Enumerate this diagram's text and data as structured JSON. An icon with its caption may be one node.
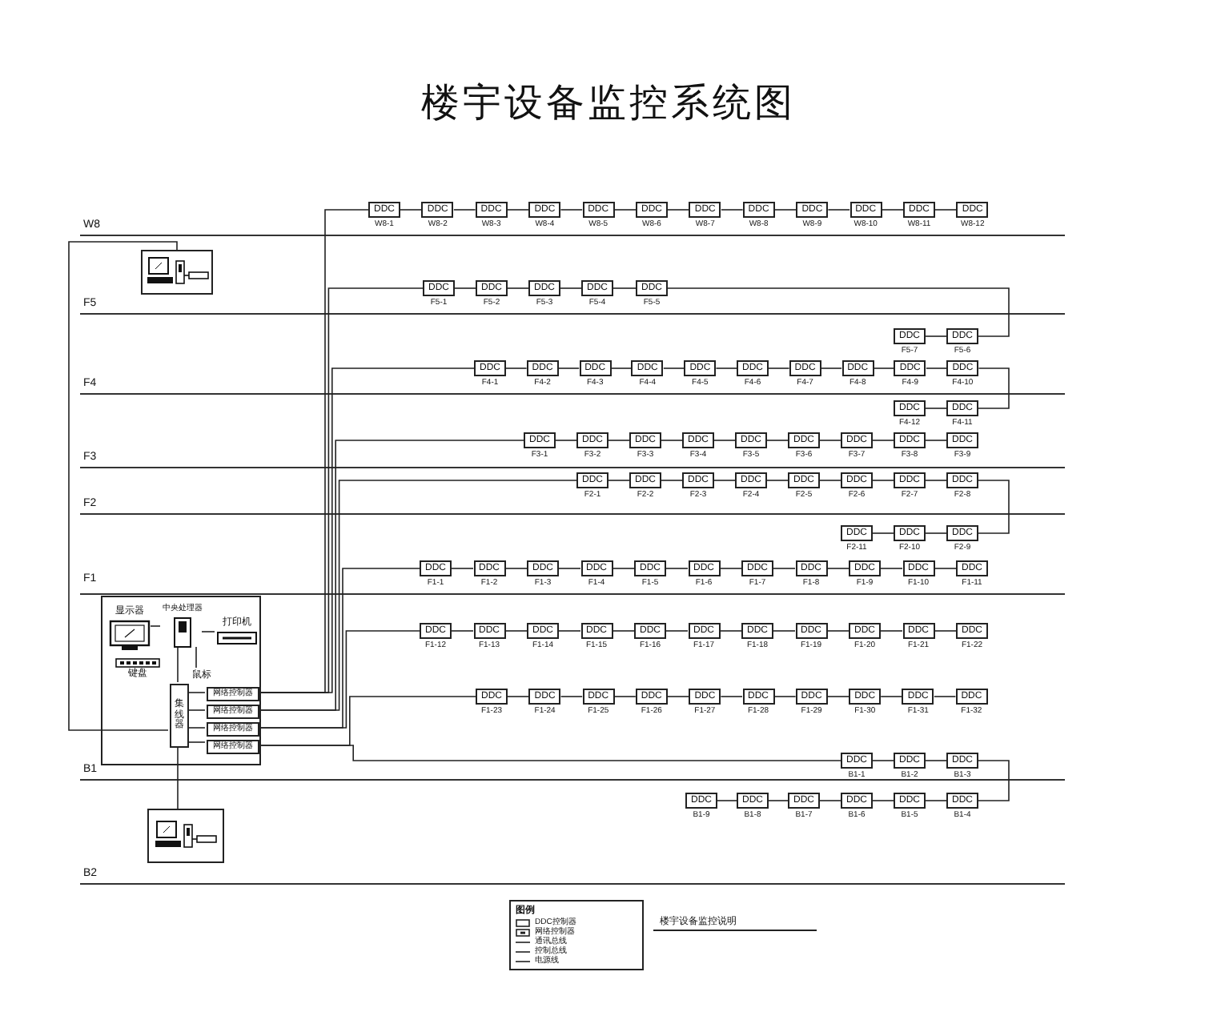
{
  "diagram": {
    "title": "楼宇设备监控系统图",
    "nodes": [
      {
        "text": [],
        "shape": "picture"
      },
      {
        "text": [
          "DDC"
        ],
        "beside": [
          "W8-1"
        ]
      },
      {
        "text": [
          "DDC"
        ],
        "beside": [
          "W8-2"
        ]
      },
      {
        "text": [
          "DDC"
        ],
        "beside": [
          "W8-3"
        ]
      },
      {
        "text": [
          "DDC"
        ],
        "beside": [
          "W8-4"
        ]
      },
      {
        "text": [
          "DDC"
        ],
        "beside": [
          "W8-5"
        ]
      },
      {
        "text": [
          "DDC"
        ],
        "beside": [
          "W8-6"
        ]
      },
      {
        "text": [
          "DDC"
        ],
        "beside": [
          "W8-7"
        ]
      },
      {
        "text": [
          "DDC"
        ],
        "beside": [
          "W8-8"
        ]
      },
      {
        "text": [
          "DDC"
        ],
        "beside": [
          "W8-9"
        ]
      },
      {
        "text": [
          "DDC"
        ],
        "beside": [
          "W8-10"
        ]
      },
      {
        "text": [
          "DDC"
        ],
        "beside": [
          "W8-11"
        ]
      },
      {
        "text": [
          "DDC"
        ],
        "beside": [
          "W8-12"
        ]
      },
      {
        "text": [
          "DDC"
        ],
        "beside": [
          "F5-1"
        ]
      },
      {
        "text": [
          "DDC"
        ],
        "beside": [
          "F5-2"
        ]
      },
      {
        "text": [
          "DDC"
        ],
        "beside": [
          "F5-3"
        ]
      },
      {
        "text": [
          "DDC"
        ],
        "beside": [
          "F5-4"
        ]
      },
      {
        "text": [
          "DDC"
        ],
        "beside": [
          "F5-5"
        ]
      },
      {
        "text": [
          "DDC"
        ],
        "beside": [
          "F5-6"
        ]
      },
      {
        "text": [
          "DDC"
        ],
        "beside": [
          "F5-7"
        ]
      },
      {
        "text": [
          "DDC"
        ],
        "beside": [
          "F4-1"
        ]
      },
      {
        "text": [
          "DDC"
        ],
        "beside": [
          "F4-2"
        ]
      },
      {
        "text": [
          "DDC"
        ],
        "beside": [
          "F4-3"
        ]
      },
      {
        "text": [
          "DDC"
        ],
        "beside": [
          "F4-4"
        ]
      },
      {
        "text": [
          "DDC"
        ],
        "beside": [
          "F4-5"
        ]
      },
      {
        "text": [
          "DDC"
        ],
        "beside": [
          "F4-6"
        ]
      },
      {
        "text": [
          "DDC"
        ],
        "beside": [
          "F4-7"
        ]
      },
      {
        "text": [
          "DDC"
        ],
        "beside": [
          "F4-8"
        ]
      },
      {
        "text": [
          "DDC"
        ],
        "beside": [
          "F4-9"
        ]
      },
      {
        "text": [
          "DDC"
        ],
        "beside": [
          "F4-10"
        ]
      },
      {
        "text": [
          "DDC"
        ],
        "beside": [
          "F4-11"
        ]
      },
      {
        "text": [
          "DDC"
        ],
        "beside": [
          "F4-12"
        ]
      },
      {
        "text": [
          "DDC"
        ],
        "beside": [
          "F3-1"
        ]
      },
      {
        "text": [
          "DDC"
        ],
        "beside": [
          "F3-2"
        ]
      },
      {
        "text": [
          "DDC"
        ],
        "beside": [
          "F3-3"
        ]
      },
      {
        "text": [
          "DDC"
        ],
        "beside": [
          "F3-4"
        ]
      },
      {
        "text": [
          "DDC"
        ],
        "beside": [
          "F3-5"
        ]
      },
      {
        "text": [
          "DDC"
        ],
        "beside": [
          "F3-6"
        ]
      },
      {
        "text": [
          "DDC"
        ],
        "beside": [
          "F3-7"
        ]
      },
      {
        "text": [
          "DDC"
        ],
        "beside": [
          "F3-8"
        ]
      },
      {
        "text": [
          "DDC"
        ],
        "beside": [
          "F3-9"
        ]
      },
      {
        "text": [
          "DDC"
        ],
        "beside": [
          "F2-1"
        ]
      },
      {
        "text": [
          "DDC"
        ],
        "beside": [
          "F2-2"
        ]
      },
      {
        "text": [
          "DDC"
        ],
        "beside": [
          "F2-3"
        ]
      },
      {
        "text": [
          "DDC"
        ],
        "beside": [
          "F2-4"
        ]
      },
      {
        "text": [
          "DDC"
        ],
        "beside": [
          "F2-5"
        ]
      },
      {
        "text": [
          "DDC"
        ],
        "beside": [
          "F2-6"
        ]
      },
      {
        "text": [
          "DDC"
        ],
        "beside": [
          "F2-7"
        ]
      },
      {
        "text": [
          "DDC"
        ],
        "beside": [
          "F2-8"
        ]
      },
      {
        "text": [
          "DDC"
        ],
        "beside": [
          "F2-9"
        ]
      },
      {
        "text": [
          "DDC"
        ],
        "beside": [
          "F2-10"
        ]
      },
      {
        "text": [
          "DDC"
        ],
        "beside": [
          "F2-11"
        ]
      },
      {
        "text": [
          "DDC"
        ],
        "beside": [
          "F1-1"
        ]
      },
      {
        "text": [
          "DDC"
        ],
        "beside": [
          "F1-2"
        ]
      },
      {
        "text": [
          "DDC"
        ],
        "beside": [
          "F1-3"
        ]
      },
      {
        "text": [
          "DDC"
        ],
        "beside": [
          "F1-4"
        ]
      },
      {
        "text": [
          "DDC"
        ],
        "beside": [
          "F1-5"
        ]
      },
      {
        "text": [
          "DDC"
        ],
        "beside": [
          "F1-6"
        ]
      },
      {
        "text": [
          "DDC"
        ],
        "beside": [
          "F1-7"
        ]
      },
      {
        "text": [
          "DDC"
        ],
        "beside": [
          "F1-8"
        ]
      },
      {
        "text": [
          "DDC"
        ],
        "beside": [
          "F1-9"
        ]
      },
      {
        "text": [
          "DDC"
        ],
        "beside": [
          "F1-10"
        ]
      },
      {
        "text": [
          "DDC"
        ],
        "beside": [
          "F1-11"
        ]
      },
      {
        "text": [
          "DDC"
        ],
        "beside": [
          "F1-12"
        ]
      },
      {
        "text": [
          "DDC"
        ],
        "beside": [
          "F1-13"
        ]
      },
      {
        "text": [
          "DDC"
        ],
        "beside": [
          "F1-14"
        ]
      },
      {
        "text": [
          "DDC"
        ],
        "beside": [
          "F1-15"
        ]
      },
      {
        "text": [
          "DDC"
        ],
        "beside": [
          "F1-16"
        ]
      },
      {
        "text": [
          "DDC"
        ],
        "beside": [
          "F1-17"
        ]
      },
      {
        "text": [
          "DDC"
        ],
        "beside": [
          "F1-18"
        ]
      },
      {
        "text": [
          "DDC"
        ],
        "beside": [
          "F1-19"
        ]
      },
      {
        "text": [
          "DDC"
        ],
        "beside": [
          "F1-20"
        ]
      },
      {
        "text": [
          "DDC"
        ],
        "beside": [
          "F1-21"
        ]
      },
      {
        "text": [
          "DDC"
        ],
        "beside": [
          "F1-22"
        ]
      },
      {
        "text": [
          "DDC"
        ],
        "beside": [
          "F1-23"
        ]
      },
      {
        "text": [
          "DDC"
        ],
        "beside": [
          "F1-24"
        ]
      },
      {
        "text": [
          "DDC"
        ],
        "beside": [
          "F1-25"
        ]
      },
      {
        "text": [
          "DDC"
        ],
        "beside": [
          "F1-26"
        ]
      },
      {
        "text": [
          "DDC"
        ],
        "beside": [
          "F1-27"
        ]
      },
      {
        "text": [
          "DDC"
        ],
        "beside": [
          "F1-28"
        ]
      },
      {
        "text": [
          "DDC"
        ],
        "beside": [
          "F1-29"
        ]
      },
      {
        "text": [
          "DDC"
        ],
        "beside": [
          "F1-30"
        ]
      },
      {
        "text": [
          "DDC"
        ],
        "beside": [
          "F1-31"
        ]
      },
      {
        "text": [
          "DDC"
        ],
        "beside": [
          "F1-32"
        ]
      },
      {
        "text": [
          "DDC"
        ],
        "beside": [
          "B1-1"
        ]
      },
      {
        "text": [
          "DDC"
        ],
        "beside": [
          "B1-2"
        ]
      },
      {
        "text": [
          "DDC"
        ],
        "beside": [
          "B1-3"
        ]
      },
      {
        "text": [
          "DDC"
        ],
        "beside": [
          "B1-4"
        ]
      },
      {
        "text": [
          "DDC"
        ],
        "beside": [
          "B1-5"
        ]
      },
      {
        "text": [
          "DDC"
        ],
        "beside": [
          "B1-6"
        ]
      },
      {
        "text": [
          "DDC"
        ],
        "beside": [
          "B1-7"
        ]
      },
      {
        "text": [
          "DDC"
        ],
        "beside": [
          "B1-8"
        ]
      },
      {
        "text": [
          "DDC"
        ],
        "beside": [
          "B1-9"
        ]
      },
      {
        "text": [],
        "shape": "box"
      },
      {
        "text": [
          "显示器"
        ],
        "in": 93
      },
      {
        "text": [
          "中央处理器"
        ],
        "in": 93
      },
      {
        "text": [
          "打印机"
        ],
        "in": 93
      },
      {
        "text": [
          "键盘"
        ],
        "in": 93
      },
      {
        "text": [
          "鼠标"
        ],
        "in": 93
      },
      {
        "text": [
          "集线器"
        ],
        "in": 93
      },
      {
        "text": [
          "网络控制器"
        ],
        "in": 93
      },
      {
        "text": [
          "网络控制器"
        ],
        "in": 93
      },
      {
        "text": [
          "网络控制器"
        ],
        "in": 93
      },
      {
        "text": [
          "网络控制器"
        ],
        "in": 93
      },
      {
        "text": [],
        "shape": "picture"
      }
    ],
    "edges": [
      {
        "from": 1,
        "to": 2,
        "arrow": "none"
      },
      {
        "from": 2,
        "to": 3,
        "arrow": "none"
      },
      {
        "from": 3,
        "to": 4,
        "arrow": "none"
      },
      {
        "from": 4,
        "to": 5,
        "arrow": "none"
      },
      {
        "from": 5,
        "to": 6,
        "arrow": "none"
      },
      {
        "from": 6,
        "to": 7,
        "arrow": "none"
      },
      {
        "from": 7,
        "to": 8,
        "arrow": "none"
      },
      {
        "from": 8,
        "to": 9,
        "arrow": "none"
      },
      {
        "from": 9,
        "to": 10,
        "arrow": "none"
      },
      {
        "from": 10,
        "to": 11,
        "arrow": "none"
      },
      {
        "from": 11,
        "to": 12,
        "arrow": "none"
      },
      {
        "from": 13,
        "to": 14,
        "arrow": "none"
      },
      {
        "from": 14,
        "to": 15,
        "arrow": "none"
      },
      {
        "from": 15,
        "to": 16,
        "arrow": "none"
      },
      {
        "from": 16,
        "to": 17,
        "arrow": "none"
      },
      {
        "from": 17,
        "to": 18,
        "arrow": "none"
      },
      {
        "from": 18,
        "to": 19,
        "arrow": "none"
      },
      {
        "from": 20,
        "to": 21,
        "arrow": "none"
      },
      {
        "from": 21,
        "to": 22,
        "arrow": "none"
      },
      {
        "from": 22,
        "to": 23,
        "arrow": "none"
      },
      {
        "from": 23,
        "to": 24,
        "arrow": "none"
      },
      {
        "from": 24,
        "to": 25,
        "arrow": "none"
      },
      {
        "from": 25,
        "to": 26,
        "arrow": "none"
      },
      {
        "from": 26,
        "to": 27,
        "arrow": "none"
      },
      {
        "from": 27,
        "to": 28,
        "arrow": "none"
      },
      {
        "from": 28,
        "to": 29,
        "arrow": "none"
      },
      {
        "from": 29,
        "to": 30,
        "arrow": "none"
      },
      {
        "from": 30,
        "to": 31,
        "arrow": "none"
      },
      {
        "from": 32,
        "to": 33,
        "arrow": "none"
      },
      {
        "from": 33,
        "to": 34,
        "arrow": "none"
      },
      {
        "from": 34,
        "to": 35,
        "arrow": "none"
      },
      {
        "from": 35,
        "to": 36,
        "arrow": "none"
      },
      {
        "from": 36,
        "to": 37,
        "arrow": "none"
      },
      {
        "from": 37,
        "to": 38,
        "arrow": "none"
      },
      {
        "from": 38,
        "to": 39,
        "arrow": "none"
      },
      {
        "from": 39,
        "to": 40,
        "arrow": "none"
      },
      {
        "from": 41,
        "to": 42,
        "arrow": "none"
      },
      {
        "from": 42,
        "to": 43,
        "arrow": "none"
      },
      {
        "from": 43,
        "to": 44,
        "arrow": "none"
      },
      {
        "from": 44,
        "to": 45,
        "arrow": "none"
      },
      {
        "from": 45,
        "to": 46,
        "arrow": "none"
      },
      {
        "from": 46,
        "to": 47,
        "arrow": "none"
      },
      {
        "from": 47,
        "to": 48,
        "arrow": "none"
      },
      {
        "from": 48,
        "to": 49,
        "arrow": "none"
      },
      {
        "from": 49,
        "to": 50,
        "arrow": "none"
      },
      {
        "from": 50,
        "to": 51,
        "arrow": "none"
      },
      {
        "from": 52,
        "to": 53,
        "arrow": "none"
      },
      {
        "from": 53,
        "to": 54,
        "arrow": "none"
      },
      {
        "from": 54,
        "to": 55,
        "arrow": "none"
      },
      {
        "from": 55,
        "to": 56,
        "arrow": "none"
      },
      {
        "from": 56,
        "to": 57,
        "arrow": "none"
      },
      {
        "from": 57,
        "to": 58,
        "arrow": "none"
      },
      {
        "from": 58,
        "to": 59,
        "arrow": "none"
      },
      {
        "from": 59,
        "to": 60,
        "arrow": "none"
      },
      {
        "from": 60,
        "to": 61,
        "arrow": "none"
      },
      {
        "from": 61,
        "to": 62,
        "arrow": "none"
      },
      {
        "from": 63,
        "to": 64,
        "arrow": "none"
      },
      {
        "from": 64,
        "to": 65,
        "arrow": "none"
      },
      {
        "from": 65,
        "to": 66,
        "arrow": "none"
      },
      {
        "from": 66,
        "to": 67,
        "arrow": "none"
      },
      {
        "from": 67,
        "to": 68,
        "arrow": "none"
      },
      {
        "from": 68,
        "to": 69,
        "arrow": "none"
      },
      {
        "from": 69,
        "to": 70,
        "arrow": "none"
      },
      {
        "from": 70,
        "to": 71,
        "arrow": "none"
      },
      {
        "from": 71,
        "to": 72,
        "arrow": "none"
      },
      {
        "from": 72,
        "to": 73,
        "arrow": "none"
      },
      {
        "from": 74,
        "to": 75,
        "arrow": "none"
      },
      {
        "from": 75,
        "to": 76,
        "arrow": "none"
      },
      {
        "from": 76,
        "to": 77,
        "arrow": "none"
      },
      {
        "from": 77,
        "to": 78,
        "arrow": "none"
      },
      {
        "from": 78,
        "to": 79,
        "arrow": "none"
      },
      {
        "from": 79,
        "to": 80,
        "arrow": "none"
      },
      {
        "from": 80,
        "to": 81,
        "arrow": "none"
      },
      {
        "from": 81,
        "to": 82,
        "arrow": "none"
      },
      {
        "from": 82,
        "to": 83,
        "arrow": "none"
      },
      {
        "from": 84,
        "to": 85,
        "arrow": "none"
      },
      {
        "from": 85,
        "to": 86,
        "arrow": "none"
      },
      {
        "from": 86,
        "to": 87,
        "arrow": "none"
      },
      {
        "from": 87,
        "to": 88,
        "arrow": "none"
      },
      {
        "from": 88,
        "to": 89,
        "arrow": "none"
      },
      {
        "from": 89,
        "to": 90,
        "arrow": "none"
      },
      {
        "from": 90,
        "to": 91,
        "arrow": "none"
      },
      {
        "from": 91,
        "to": 92,
        "arrow": "none"
      },
      {
        "from": 100,
        "to": 1,
        "arrow": "none"
      },
      {
        "from": 100,
        "to": 13,
        "arrow": "none"
      },
      {
        "from": 100,
        "to": 20,
        "arrow": "none"
      },
      {
        "from": 101,
        "to": 32,
        "arrow": "none"
      },
      {
        "from": 101,
        "to": 41,
        "arrow": "none"
      },
      {
        "from": 102,
        "to": 52,
        "arrow": "none"
      },
      {
        "from": 102,
        "to": 63,
        "arrow": "none"
      },
      {
        "from": 103,
        "to": 74,
        "arrow": "none"
      },
      {
        "from": 103,
        "to": 84,
        "arrow": "none"
      },
      {
        "from": 94,
        "to": 95,
        "arrow": "none"
      },
      {
        "from": 95,
        "to": 96,
        "arrow": "none"
      },
      {
        "from": 98,
        "to": 95,
        "arrow": "none"
      },
      {
        "from": 99,
        "to": 95,
        "arrow": "none"
      },
      {
        "from": 99,
        "to": 100,
        "arrow": "none"
      },
      {
        "from": 99,
        "to": 101,
        "arrow": "none"
      },
      {
        "from": 99,
        "to": 102,
        "arrow": "none"
      },
      {
        "from": 99,
        "to": 103,
        "arrow": "none"
      },
      {
        "from": 0,
        "to": 99,
        "arrow": "none"
      },
      {
        "from": 104,
        "to": 99,
        "arrow": "none"
      }
    ],
    "labels": [
      "W8",
      "F5",
      "F4",
      "F3",
      "F2",
      "F1",
      "B1",
      "B2",
      "图例",
      "楼宇设备监控说明"
    ],
    "legend": [
      {
        "text": "DDC控制器"
      },
      {
        "text": "网络控制器"
      },
      {
        "text": "通讯总线"
      },
      {
        "text": "控制总线"
      },
      {
        "text": "电源线"
      }
    ]
  }
}
